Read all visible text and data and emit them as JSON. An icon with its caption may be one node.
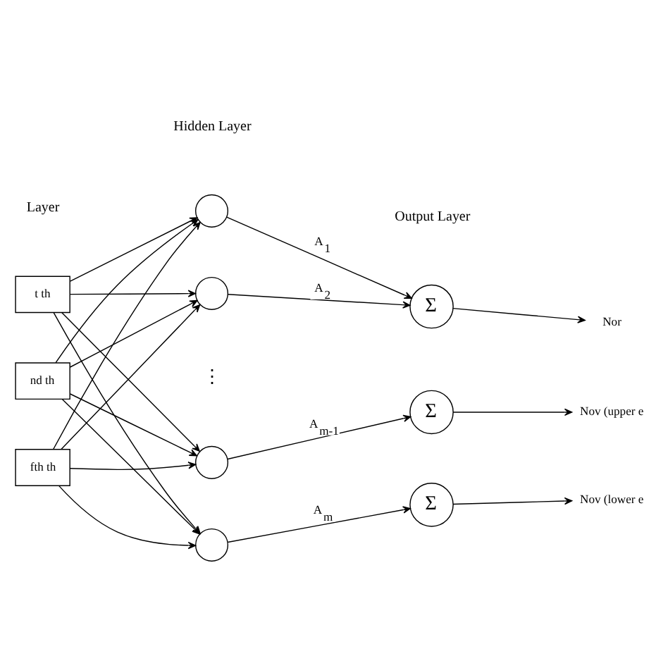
{
  "diagram": {
    "nodes": [
      {
        "text": [
          "t th"
        ]
      },
      {
        "text": [
          "nd th"
        ]
      },
      {
        "text": [
          "fth th"
        ]
      },
      {
        "text": [],
        "shape": "circle"
      },
      {
        "text": [],
        "shape": "circle"
      },
      {
        "text": [],
        "shape": "circle"
      },
      {
        "text": [],
        "shape": "circle"
      },
      {
        "text": [
          "Σ"
        ]
      },
      {
        "text": [
          "Σ"
        ]
      },
      {
        "text": [
          "Σ"
        ]
      },
      {
        "text": [
          "Nor"
        ]
      },
      {
        "text": [
          "Nov (upper e"
        ]
      },
      {
        "text": [
          "Nov (lower e"
        ]
      }
    ],
    "edges": [
      {
        "from": 0,
        "to": 3,
        "arrow": "to"
      },
      {
        "from": 0,
        "to": 4,
        "arrow": "to"
      },
      {
        "from": 0,
        "to": 5,
        "arrow": "to"
      },
      {
        "from": 0,
        "to": 6,
        "arrow": "to"
      },
      {
        "from": 1,
        "to": 3,
        "arrow": "to"
      },
      {
        "from": 1,
        "to": 4,
        "arrow": "to"
      },
      {
        "from": 1,
        "to": 5,
        "arrow": "to"
      },
      {
        "from": 1,
        "to": 6,
        "arrow": "to"
      },
      {
        "from": 2,
        "to": 3,
        "arrow": "to"
      },
      {
        "from": 2,
        "to": 4,
        "arrow": "to"
      },
      {
        "from": 2,
        "to": 5,
        "arrow": "to"
      },
      {
        "from": 2,
        "to": 6,
        "arrow": "to"
      },
      {
        "from": 3,
        "to": 7,
        "arrow": "to",
        "label": "A$_{1}$"
      },
      {
        "from": 4,
        "to": 7,
        "arrow": "to",
        "label": "A$_{2}$"
      },
      {
        "from": 5,
        "to": 8,
        "arrow": "to",
        "label": "A$_{m-1}$"
      },
      {
        "from": 6,
        "to": 9,
        "arrow": "to",
        "label": "A$_{m}$"
      },
      {
        "from": 7,
        "to": 10,
        "arrow": "to"
      },
      {
        "from": 8,
        "to": 11,
        "arrow": "to"
      },
      {
        "from": 9,
        "to": 12,
        "arrow": "to"
      }
    ],
    "labels": [
      "Layer",
      "Hidden Layer",
      "Output Layer",
      "⋮"
    ]
  }
}
